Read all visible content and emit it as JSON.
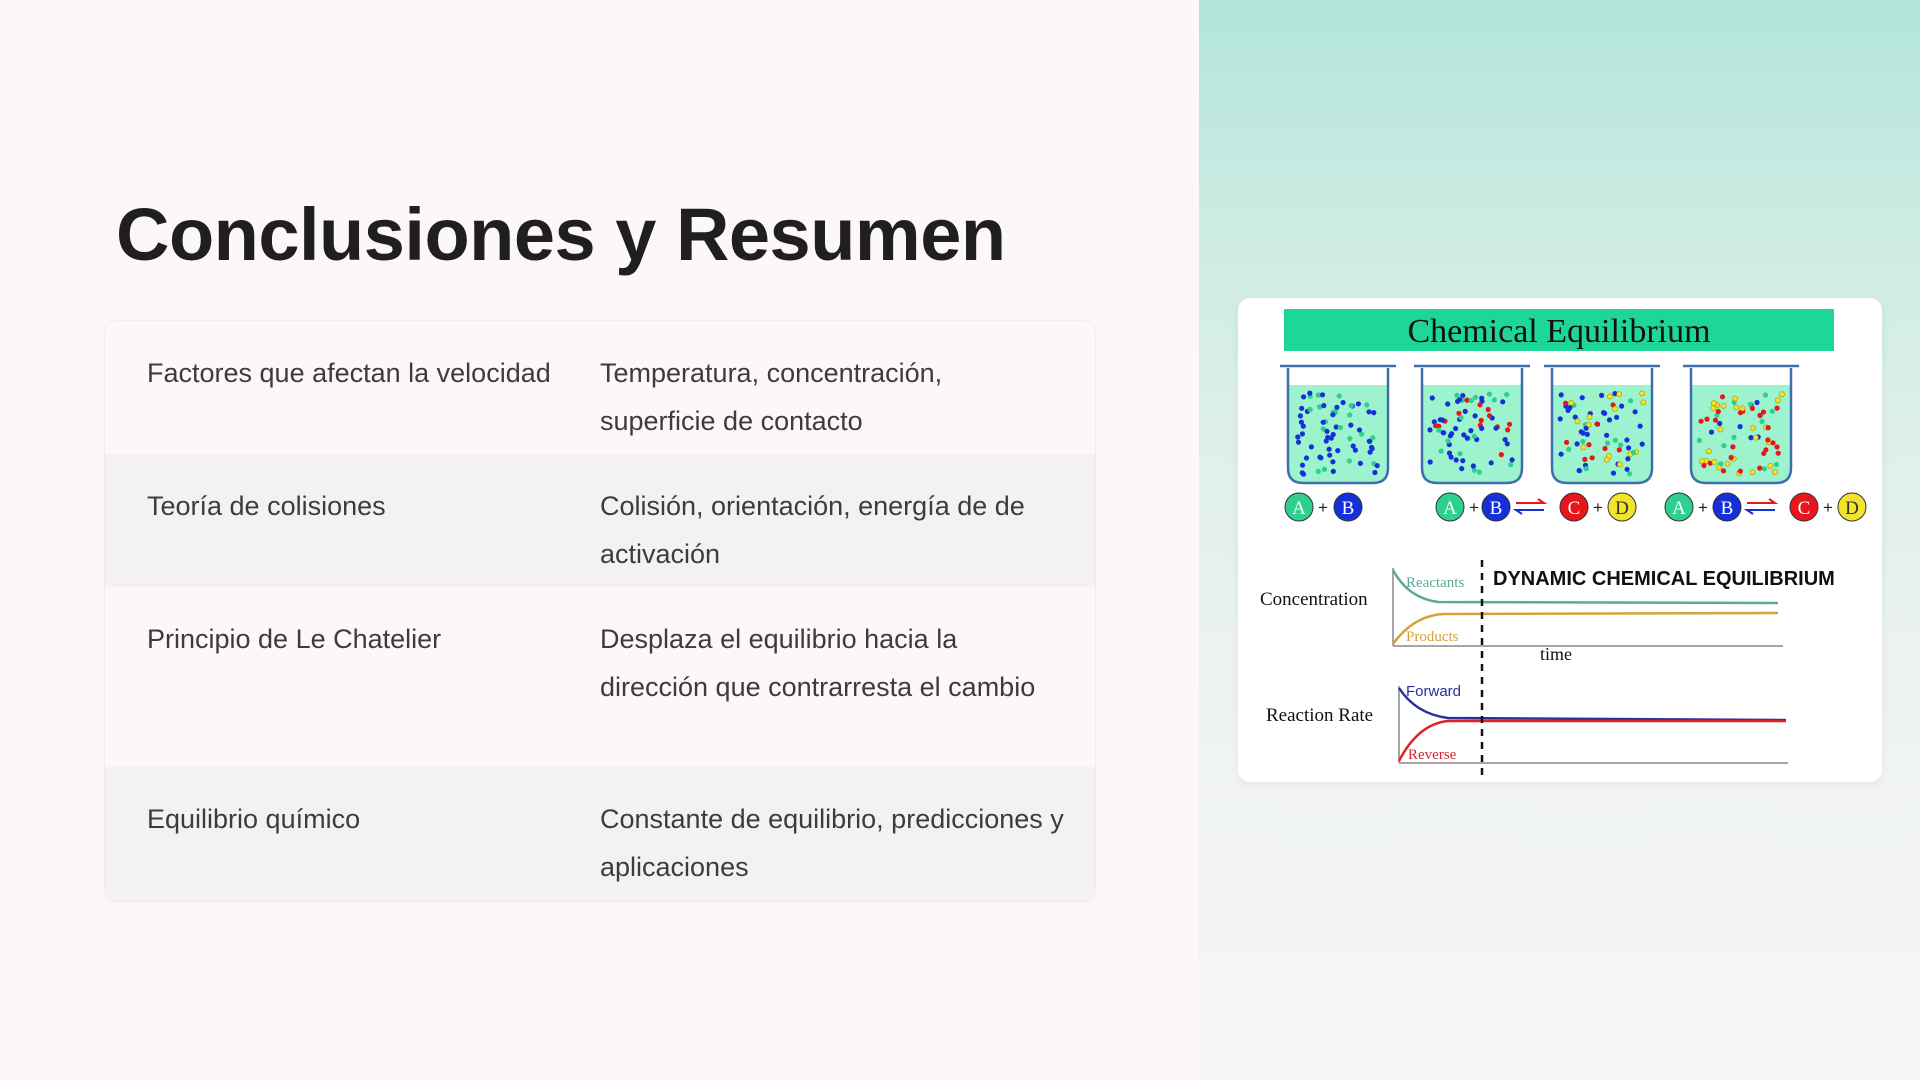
{
  "slide": {
    "title": "Conclusiones y Resumen"
  },
  "table": {
    "rows": [
      {
        "topic": "Factores que afectan la velocidad",
        "detail": "Temperatura, concentración, superficie de contacto"
      },
      {
        "topic": "Teoría de colisiones",
        "detail": "Colisión, orientación, energía de de activación"
      },
      {
        "topic": "Principio de Le Chatelier",
        "detail": "Desplaza el equilibrio hacia la dirección que contrarresta el cambio"
      },
      {
        "topic": "Equilibrio químico",
        "detail": "Constante de equilibrio, predicciones y aplicaciones"
      }
    ]
  },
  "figure": {
    "banner": "Chemical Equilibrium",
    "equation_a": "A",
    "equation_b": "B",
    "equation_c": "C",
    "equation_d": "D",
    "plus": "+",
    "dynamic_label": "DYNAMIC CHEMICAL EQUILIBRIUM",
    "concentration_label": "Concentration",
    "reactants_label": "Reactants",
    "products_label": "Products",
    "time_label": "time",
    "rate_label": "Reaction Rate",
    "forward_label": "Forward",
    "reverse_label": "Reverse",
    "colors": {
      "banner": "#1fd69a",
      "solution": "#9ef3cf",
      "species_a": "#2ecf8f",
      "species_b": "#1530d8",
      "species_c": "#e8161a",
      "species_d": "#f2e42a",
      "reactants_curve": "#5ea89a",
      "products_curve": "#d4a23a",
      "forward_curve": "#2b2f9e",
      "reverse_curve": "#d9242c"
    }
  }
}
